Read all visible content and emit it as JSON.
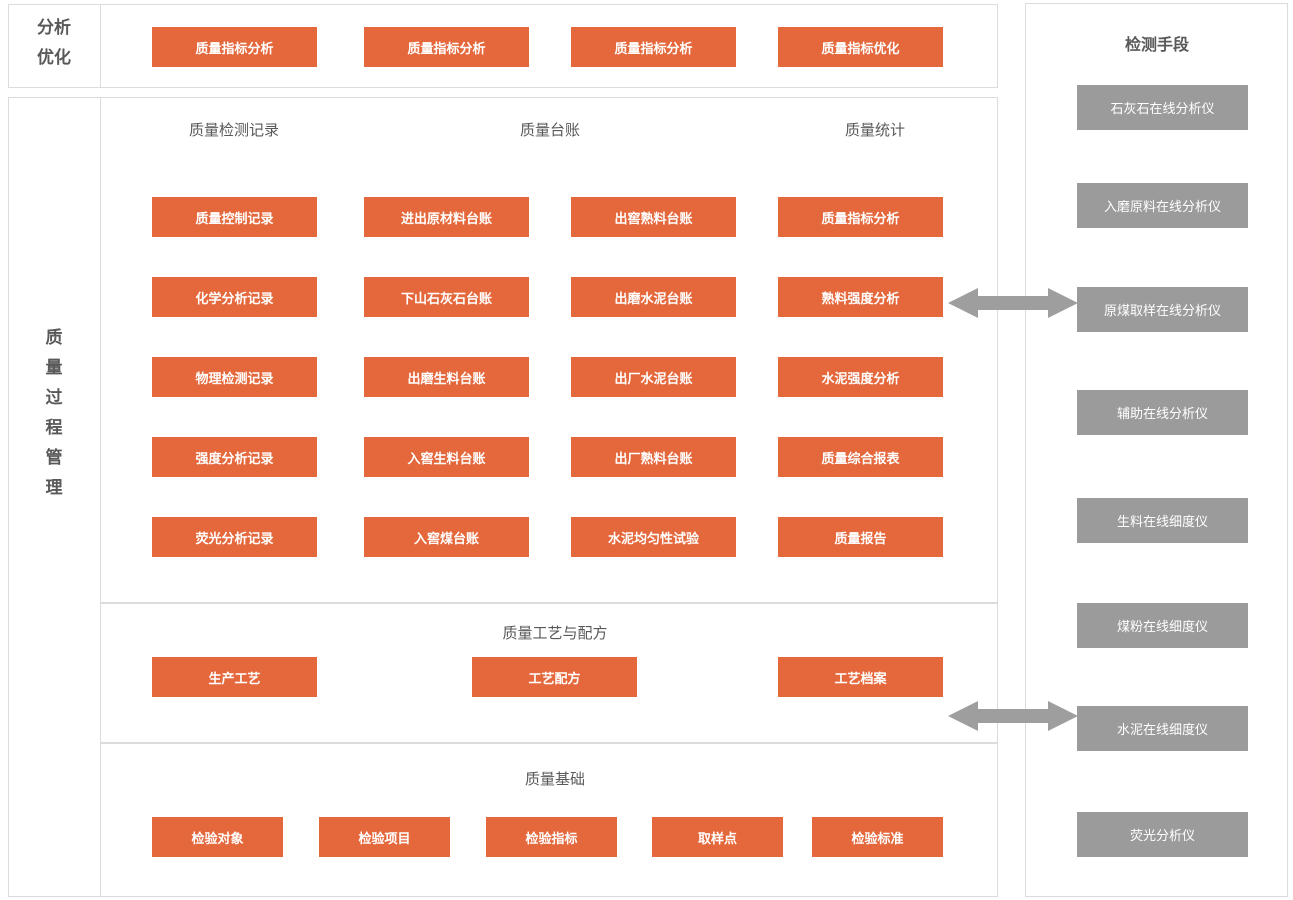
{
  "colors": {
    "accent_orange": "#E5683C",
    "instrument_gray": "#9B9B9B",
    "arrow_gray": "#9E9E9E",
    "border_gray": "#DCDCDC",
    "heading_gray": "#595959"
  },
  "analysis": {
    "label": "分析优化",
    "buttons": [
      "质量指标分析",
      "质量指标分析",
      "质量指标分析",
      "质量指标优化"
    ]
  },
  "process": {
    "label": "质量过程管理",
    "records": {
      "headers": [
        "质量检测记录",
        "质量台账",
        "质量统计"
      ],
      "grid": [
        "质量控制记录",
        "进出原材料台账",
        "出窖熟料台账",
        "质量指标分析",
        "化学分析记录",
        "下山石灰石台账",
        "出磨水泥台账",
        "熟料强度分析",
        "物理检测记录",
        "出磨生料台账",
        "出厂水泥台账",
        "水泥强度分析",
        "强度分析记录",
        "入窖生料台账",
        "出厂熟料台账",
        "质量综合报表",
        "荧光分析记录",
        "入窖煤台账",
        "水泥均匀性试验",
        "质量报告"
      ]
    },
    "craft": {
      "header": "质量工艺与配方",
      "buttons": [
        "生产工艺",
        "工艺配方",
        "工艺档案"
      ]
    },
    "basis": {
      "header": "质量基础",
      "buttons": [
        "检验对象",
        "检验项目",
        "检验指标",
        "取样点",
        "检验标准"
      ]
    }
  },
  "detection": {
    "header": "检测手段",
    "items": [
      "石灰石在线分析仪",
      "入磨原料在线分析仪",
      "原煤取样在线分析仪",
      "辅助在线分析仪",
      "生料在线细度仪",
      "煤粉在线细度仪",
      "水泥在线细度仪",
      "荧光分析仪"
    ]
  }
}
